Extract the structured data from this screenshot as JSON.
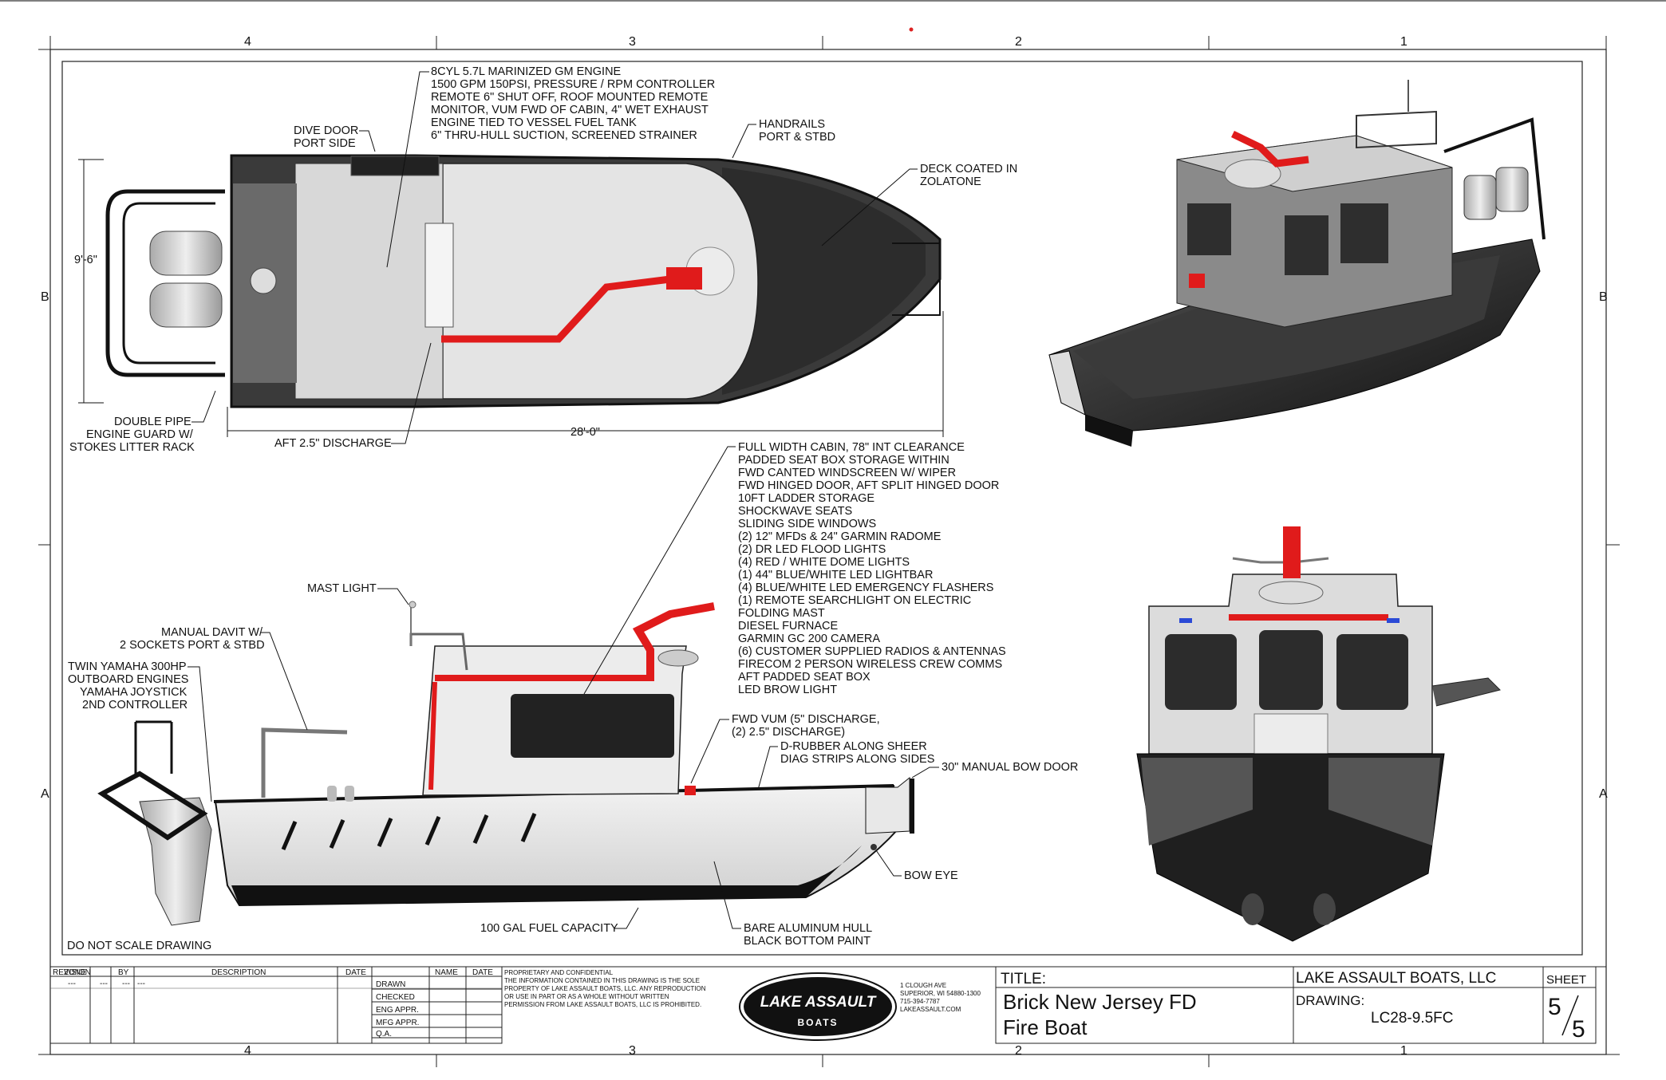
{
  "zones": {
    "columns": [
      "4",
      "3",
      "2",
      "1"
    ],
    "rows": [
      "B",
      "A"
    ]
  },
  "top_view": {
    "engine_callout": [
      "8CYL 5.7L MARINIZED GM ENGINE",
      "1500 GPM 150PSI, PRESSURE / RPM CONTROLLER",
      "REMOTE 6\" SHUT OFF, ROOF MOUNTED REMOTE",
      "MONITOR, VUM FWD OF CABIN, 4\" WET EXHAUST",
      "ENGINE TIED TO VESSEL FUEL TANK",
      "6\" THRU-HULL SUCTION, SCREENED STRAINER"
    ],
    "dive_door": [
      "DIVE DOOR",
      "PORT SIDE"
    ],
    "handrails": [
      "HANDRAILS",
      "PORT & STBD"
    ],
    "deck_coated": [
      "DECK COATED IN",
      "ZOLATONE"
    ],
    "engine_guard": [
      "DOUBLE PIPE",
      "ENGINE GUARD W/",
      "STOKES LITTER RACK"
    ],
    "aft_discharge": "AFT 2.5\" DISCHARGE",
    "beam_dim": "9'-6\"",
    "length_dim": "28'-0\""
  },
  "side_view": {
    "cabin_callout": [
      "FULL WIDTH CABIN, 78\" INT CLEARANCE",
      "PADDED SEAT BOX STORAGE WITHIN",
      "FWD CANTED WINDSCREEN W/ WIPER",
      "FWD HINGED DOOR, AFT SPLIT HINGED DOOR",
      "10FT LADDER STORAGE",
      "SHOCKWAVE SEATS",
      "SLIDING SIDE WINDOWS",
      "(2) 12\" MFDs & 24\" GARMIN RADOME",
      "(2) DR LED FLOOD LIGHTS",
      "(4) RED / WHITE DOME LIGHTS",
      "(1) 44\" BLUE/WHITE LED LIGHTBAR",
      "(4) BLUE/WHITE LED EMERGENCY FLASHERS",
      "(1) REMOTE SEARCHLIGHT ON ELECTRIC",
      "FOLDING MAST",
      "DIESEL FURNACE",
      "GARMIN GC 200 CAMERA",
      "(6) CUSTOMER SUPPLIED RADIOS & ANTENNAS",
      "FIRECOM 2 PERSON WIRELESS CREW COMMS",
      "AFT PADDED SEAT BOX",
      "LED BROW LIGHT"
    ],
    "mast_light": "MAST LIGHT",
    "davit": [
      "MANUAL DAVIT W/",
      "2 SOCKETS PORT & STBD"
    ],
    "outboards": [
      "TWIN YAMAHA 300HP",
      "OUTBOARD ENGINES",
      "YAMAHA JOYSTICK",
      "2ND CONTROLLER"
    ],
    "fwd_vum": [
      "FWD VUM (5\" DISCHARGE,",
      "(2) 2.5\" DISCHARGE)"
    ],
    "rubber": [
      "D-RUBBER ALONG SHEER",
      "DIAG STRIPS ALONG SIDES"
    ],
    "bow_door": "30\" MANUAL BOW DOOR",
    "bow_eye": "BOW EYE",
    "fuel": "100 GAL FUEL CAPACITY",
    "hull": [
      "BARE ALUMINUM HULL",
      "BLACK BOTTOM PAINT"
    ]
  },
  "note": "DO NOT SCALE DRAWING",
  "title_block": {
    "rev_headers": {
      "rev": "REVISION",
      "zone": "ZONE",
      "by": "BY",
      "desc": "DESCRIPTION",
      "date": "DATE"
    },
    "rev_row": {
      "rev": "---",
      "zone": "---",
      "by": "---",
      "desc": "---"
    },
    "approvals": [
      "DRAWN",
      "CHECKED",
      "ENG APPR.",
      "MFG APPR.",
      "Q.A."
    ],
    "appr_headers": {
      "name": "NAME",
      "date": "DATE"
    },
    "proprietary": [
      "PROPRIETARY AND CONFIDENTIAL",
      "THE INFORMATION CONTAINED IN THIS DRAWING IS THE SOLE",
      "PROPERTY OF LAKE ASSAULT BOATS, LLC. ANY REPRODUCTION",
      "OR USE IN PART OR AS A WHOLE WITHOUT WRITTEN",
      "PERMISSION FROM LAKE ASSAULT BOATS, LLC IS PROHIBITED."
    ],
    "logo_main": "LAKE ASSAULT",
    "logo_sub": "BOATS",
    "address": [
      "1 CLOUGH AVE",
      "SUPERIOR, WI 54880-1300",
      "715-394-7787",
      "LAKEASSAULT.COM"
    ],
    "title_label": "TITLE:",
    "title_lines": [
      "Brick New Jersey FD",
      "Fire Boat"
    ],
    "company": "LAKE ASSAULT BOATS, LLC",
    "drawing_label": "DRAWING:",
    "drawing_number": "LC28-9.5FC",
    "sheet_label": "SHEET",
    "sheet_num": "5",
    "sheet_total": "5"
  },
  "colors": {
    "fire_red": "#e01b1b",
    "hull_dark": "#2a2a2a",
    "hull_light": "#e6e6e6",
    "deck_dark": "#4a4a4a"
  }
}
